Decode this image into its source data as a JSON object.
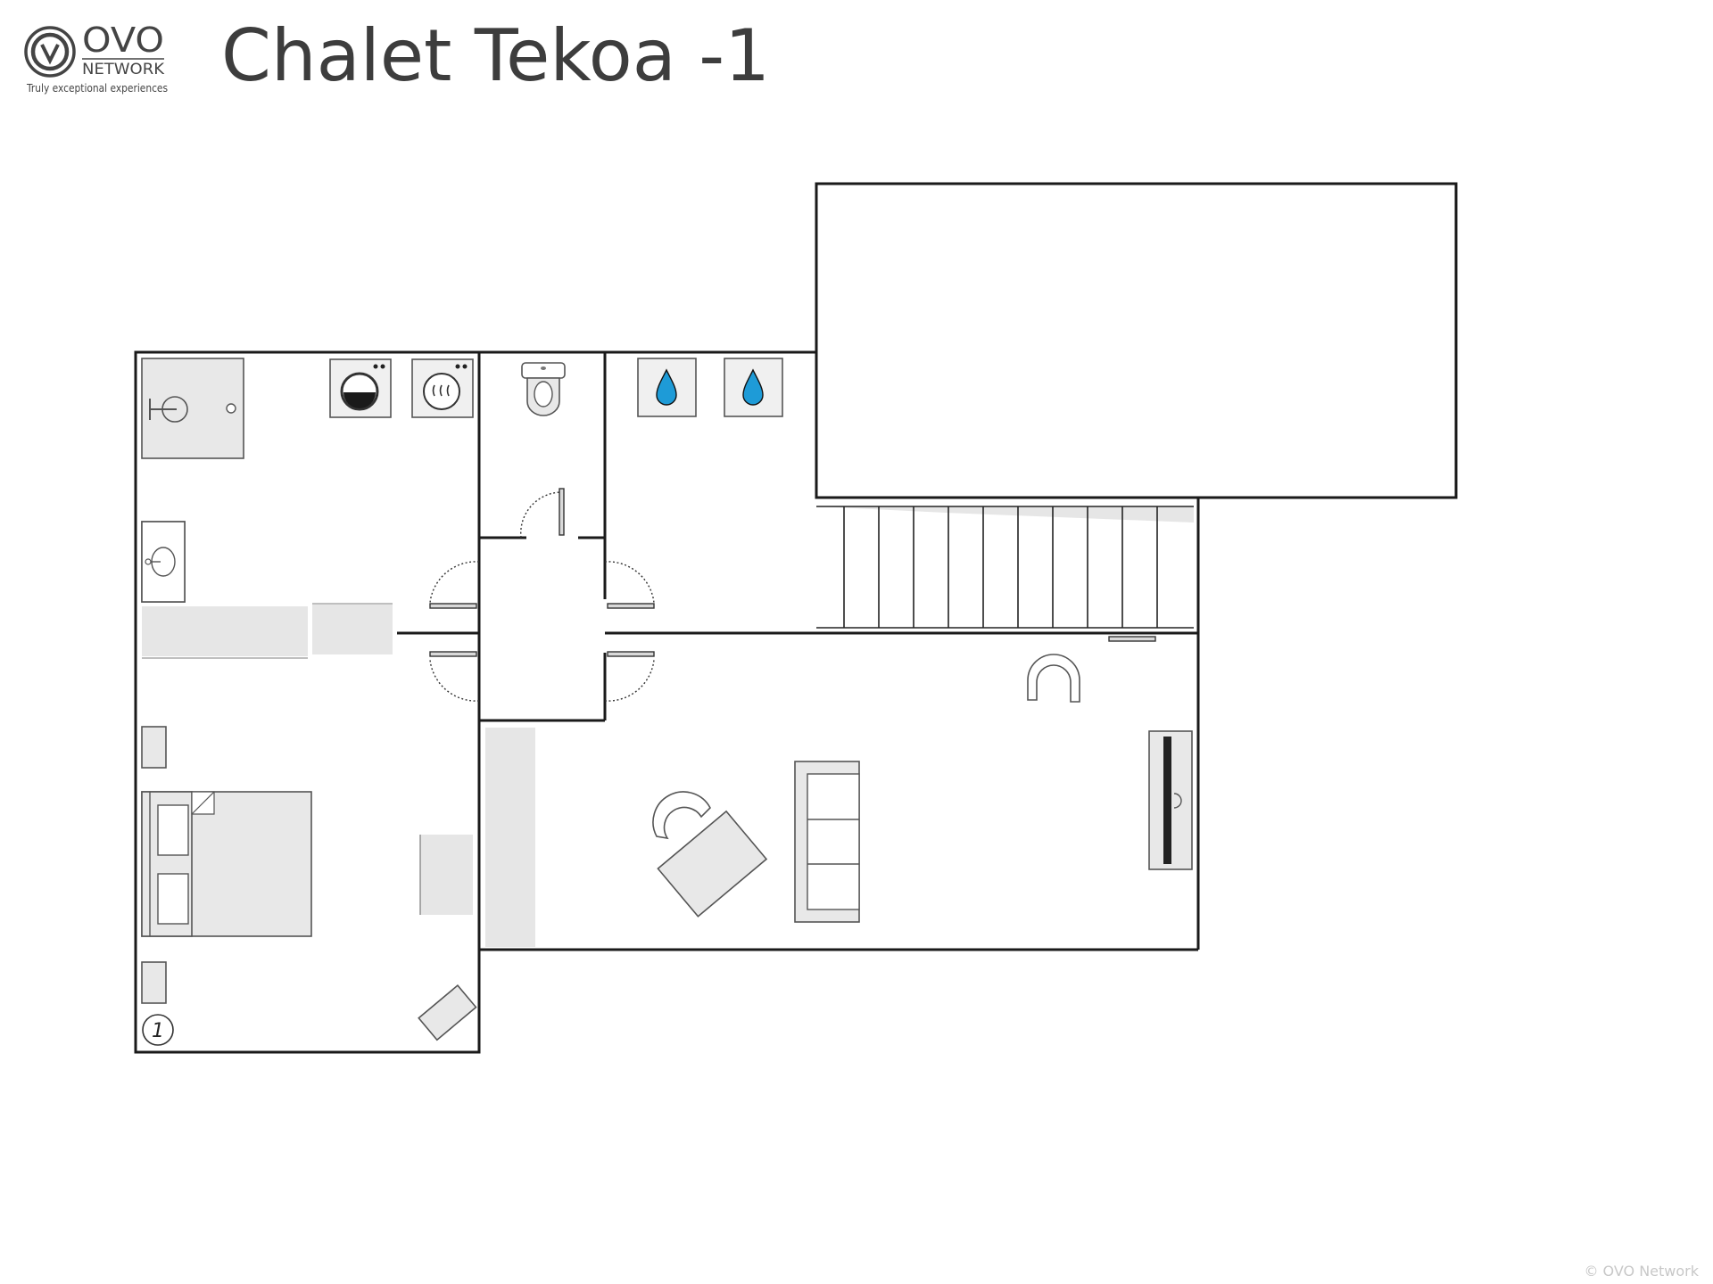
{
  "header": {
    "title": "Chalet Tekoa -1"
  },
  "logo": {
    "brand": "OVO",
    "sub": "NETWORK",
    "tagline": "Truly exceptional experiences",
    "icon": "ovo-v-logo-icon"
  },
  "plan": {
    "bedroom_number": "1",
    "icons": {
      "washing_machine": "washing-machine-icon",
      "dryer": "dryer-icon",
      "toilet": "toilet-icon",
      "water_heater": "water-drop-icon",
      "shower": "shower-icon",
      "sink": "sink-icon",
      "bed": "double-bed-icon",
      "sofa": "sofa-icon",
      "armchair": "armchair-icon",
      "tv": "tv-icon",
      "stairs": "stairs-icon"
    },
    "colors": {
      "water_drop": "#1e9bd7",
      "furniture": "#e8e8e8"
    }
  },
  "footer": {
    "copyright": "© OVO Network"
  }
}
